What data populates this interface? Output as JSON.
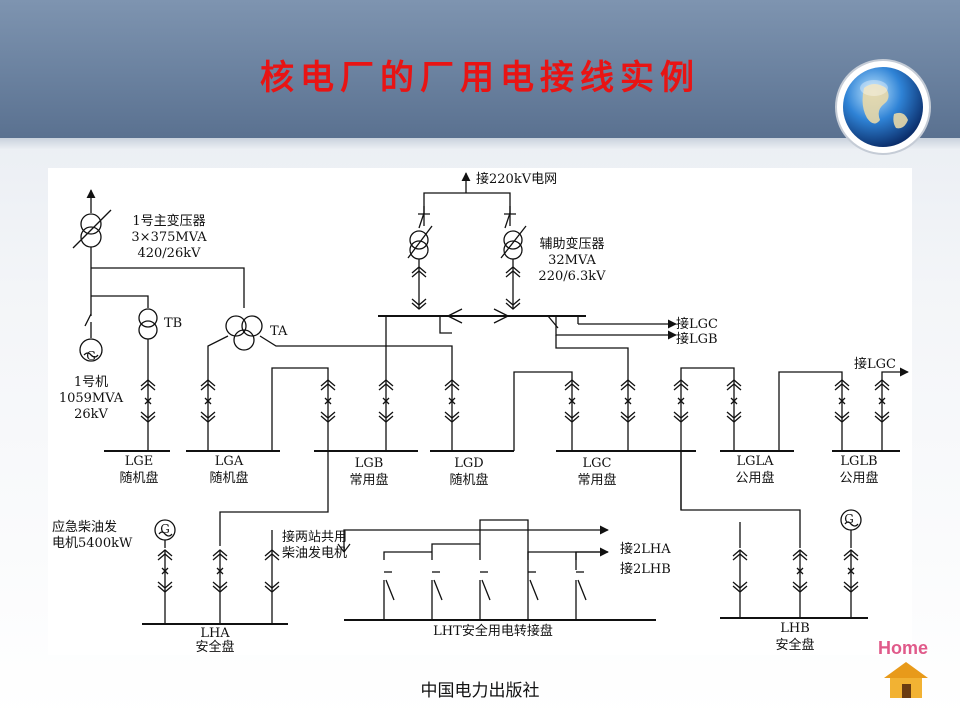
{
  "slide": {
    "title": "核电厂的厂用电接线实例",
    "footer": "中国电力出版社",
    "home_label": "Home",
    "title_color": "#e81414"
  },
  "diagram": {
    "grid": "接220kV电网",
    "main_tf": [
      "1号主变压器",
      "3×375MVA",
      "420/26kV"
    ],
    "aux_tf": [
      "辅助变压器",
      "32MVA",
      "220/6.3kV"
    ],
    "tb": "TB",
    "ta": "TA",
    "gen": [
      "1号机",
      "1059MVA",
      "26kV"
    ],
    "to_lgc_1": "接LGC",
    "to_lgb": "接LGB",
    "to_lgc_2": "接LGC",
    "buses": [
      {
        "code": "LGE",
        "name": "随机盘"
      },
      {
        "code": "LGA",
        "name": "随机盘"
      },
      {
        "code": "LGB",
        "name": "常用盘"
      },
      {
        "code": "LGD",
        "name": "随机盘"
      },
      {
        "code": "LGC",
        "name": "常用盘"
      },
      {
        "code": "LGLA",
        "name": "公用盘"
      },
      {
        "code": "LGLB",
        "name": "公用盘"
      }
    ],
    "diesel": [
      "应急柴油发",
      "电机5400kW"
    ],
    "shared_diesel": [
      "接两站共用",
      "柴油发电机"
    ],
    "to_2lha": "接2LHA",
    "to_2lhb": "接2LHB",
    "lha": {
      "code": "LHA",
      "name": "安全盘"
    },
    "lht": "LHT安全用电转接盘",
    "lhb": {
      "code": "LHB",
      "name": "安全盘"
    },
    "gen_symbol": "G"
  }
}
